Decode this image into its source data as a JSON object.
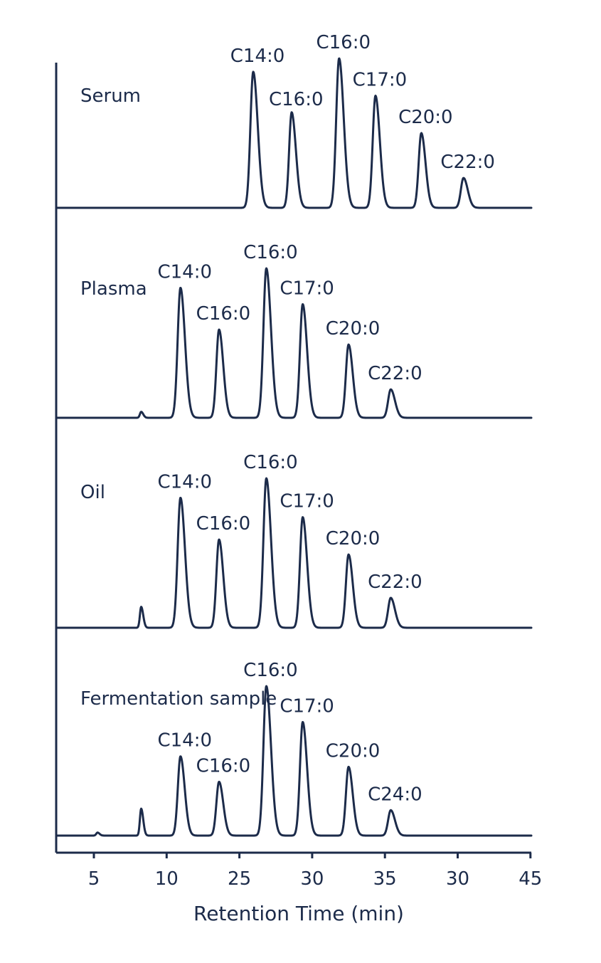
{
  "colors": {
    "ink": "#1c2b4a",
    "background": "#ffffff"
  },
  "chart_data": {
    "type": "line",
    "subtype": "stacked-chromatogram",
    "xlabel": "Retention Time (min)",
    "ylabel": "",
    "title": "",
    "y_axis_ticks": "none",
    "grid": false,
    "x_ticks": [
      "5",
      "10",
      "25",
      "30",
      "35",
      "30",
      "45"
    ],
    "panels": [
      {
        "sample": "Serum",
        "small_peaks": [
          {
            "tick_pos": 2.7,
            "height": 0.025
          }
        ],
        "peaks": [
          {
            "label": "C14:0",
            "tick_pos": 2.19,
            "height": 0.91
          },
          {
            "label": "C16:0",
            "tick_pos": 2.72,
            "height": 0.62
          },
          {
            "label": "C16:0",
            "tick_pos": 3.37,
            "height": 1.0
          },
          {
            "label": "C17:0",
            "tick_pos": 3.87,
            "height": 0.75
          },
          {
            "label": "C20:0",
            "tick_pos": 4.5,
            "height": 0.5
          },
          {
            "label": "C22:0",
            "tick_pos": 5.08,
            "height": 0.2
          }
        ]
      },
      {
        "sample": "Plasma",
        "small_peaks": [
          {
            "tick_pos": 0.65,
            "height": 0.04
          }
        ],
        "peaks": [
          {
            "label": "C14:0",
            "tick_pos": 1.19,
            "height": 0.87
          },
          {
            "label": "C16:0",
            "tick_pos": 1.72,
            "height": 0.59
          },
          {
            "label": "C16:0",
            "tick_pos": 2.37,
            "height": 1.0
          },
          {
            "label": "C17:0",
            "tick_pos": 2.87,
            "height": 0.76
          },
          {
            "label": "C20:0",
            "tick_pos": 3.5,
            "height": 0.49
          },
          {
            "label": "C22:0",
            "tick_pos": 4.08,
            "height": 0.19
          }
        ]
      },
      {
        "sample": "Oil",
        "small_peaks": [
          {
            "tick_pos": 0.65,
            "height": 0.14
          }
        ],
        "peaks": [
          {
            "label": "C14:0",
            "tick_pos": 1.19,
            "height": 0.87
          },
          {
            "label": "C16:0",
            "tick_pos": 1.72,
            "height": 0.59
          },
          {
            "label": "C16:0",
            "tick_pos": 2.37,
            "height": 1.0
          },
          {
            "label": "C17:0",
            "tick_pos": 2.87,
            "height": 0.74
          },
          {
            "label": "C20:0",
            "tick_pos": 3.5,
            "height": 0.49
          },
          {
            "label": "C22:0",
            "tick_pos": 4.08,
            "height": 0.2
          }
        ]
      },
      {
        "sample": "Fermentation sample",
        "small_peaks": [
          {
            "tick_pos": 0.05,
            "height": 0.02
          },
          {
            "tick_pos": 0.65,
            "height": 0.18
          }
        ],
        "peaks": [
          {
            "label": "C14:0",
            "tick_pos": 1.19,
            "height": 0.53
          },
          {
            "label": "C16:0",
            "tick_pos": 1.72,
            "height": 0.36
          },
          {
            "label": "C16:0",
            "tick_pos": 2.37,
            "height": 1.0
          },
          {
            "label": "C17:0",
            "tick_pos": 2.87,
            "height": 0.76
          },
          {
            "label": "C20:0",
            "tick_pos": 3.5,
            "height": 0.46
          },
          {
            "label": "C24:0",
            "tick_pos": 4.08,
            "height": 0.17
          }
        ]
      }
    ]
  }
}
